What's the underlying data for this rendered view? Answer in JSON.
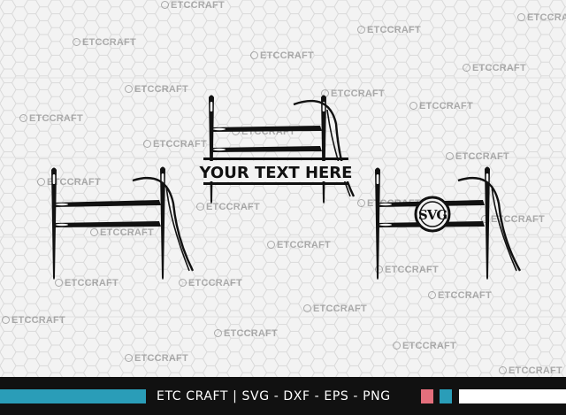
{
  "watermark": {
    "text": "ETCCRAFT"
  },
  "designs": {
    "banner_text": "YOUR TEXT HERE",
    "monogram_text": "SVG"
  },
  "footer": {
    "brand": "ETC CRAFT",
    "separator": "|",
    "formats": "SVG - DXF - EPS - PNG"
  },
  "colors": {
    "background": "#f3f3f3",
    "ink": "#111111",
    "footer_bg": "#111111",
    "accent_teal": "#2a9db8",
    "accent_pink": "#e46f7c",
    "footer_text": "#ffffff"
  }
}
